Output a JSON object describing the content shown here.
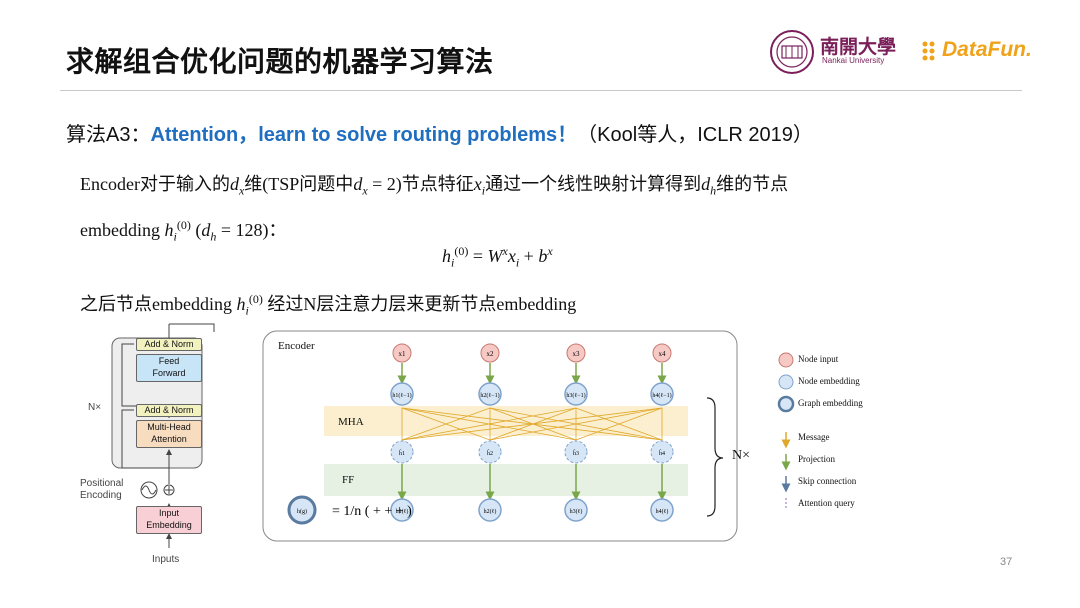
{
  "title": "求解组合优化问题的机器学习算法",
  "logos": {
    "nankai_cn": "南開大學",
    "nankai_en": "Nankai University",
    "datafun": "DataFun."
  },
  "subtitle": {
    "prefix": "算法A3：",
    "highlight": "Attention，learn to solve routing problems！",
    "citation": "（Kool等人，ICLR 2019）"
  },
  "para1": {
    "t1": "Encoder对于输入的",
    "t2": "维(TSP问题中",
    "t3": ")节点特征",
    "t4": "通过一个线性映射计算得到",
    "t5": "维的节点"
  },
  "para2": {
    "t1": "embedding ",
    "t2": "："
  },
  "para3": {
    "t1": "之后节点embedding ",
    "t2": " 经过N层注意力层来更新节点embedding"
  },
  "page_number": "37",
  "fig_left": {
    "add_norm": "Add & Norm",
    "feed_forward_1": "Feed",
    "feed_forward_2": "Forward",
    "mha_1": "Multi-Head",
    "mha_2": "Attention",
    "nx": "N×",
    "pos_enc_1": "Positional",
    "pos_enc_2": "Encoding",
    "input_emb_1": "Input",
    "input_emb_2": "Embedding",
    "inputs": "Inputs"
  },
  "fig_right": {
    "encoder": "Encoder",
    "mha": "MHA",
    "ff": "FF",
    "nx": "N×",
    "legend": [
      "Node input",
      "Node embedding",
      "Graph embedding",
      "Message",
      "Projection",
      "Skip connection",
      "Attention query"
    ]
  }
}
